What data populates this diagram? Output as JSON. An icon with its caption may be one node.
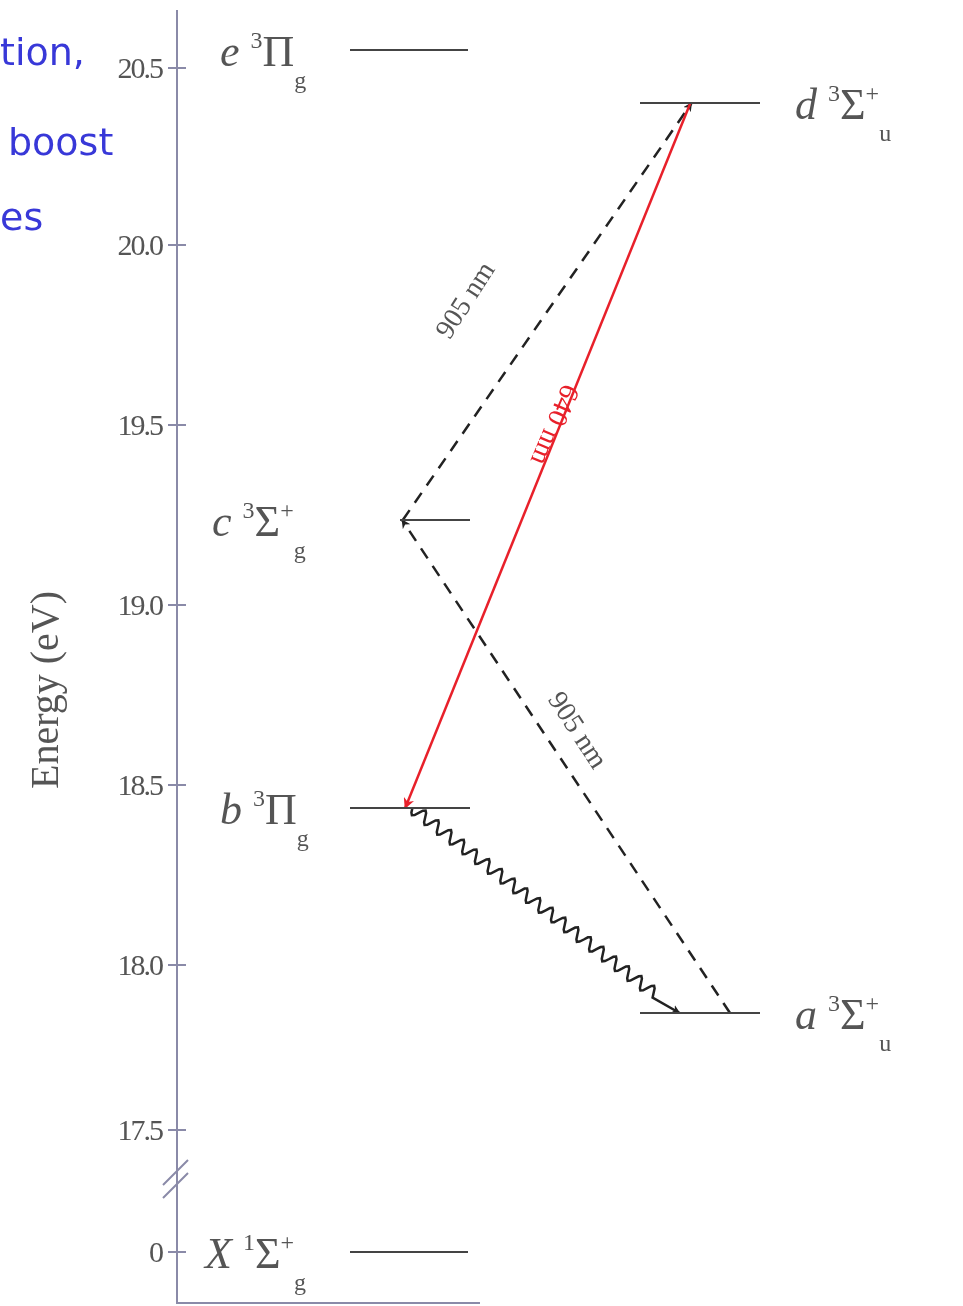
{
  "diagram": {
    "nodes": [
      {
        "text": [
          "*e* $^{3}$Π$_{g}$"
        ]
      },
      {
        "text": [
          "*d* $^{3}$Σ$^{+}$$_{u}$"
        ]
      },
      {
        "text": [
          "*c* $^{3}$Σ$^{+}$$_{g}$"
        ]
      },
      {
        "text": [
          "*b* $^{3}$Π$_{g}$"
        ]
      },
      {
        "text": [
          "*a* $^{3}$Σ$^{+}$$_{u}$"
        ]
      },
      {
        "text": [
          "*X* $^{1}$Σ$^{+}$$_{g}$"
        ]
      }
    ],
    "edges": [
      {
        "from": 2,
        "to": 1,
        "arrow": "to",
        "label": "905 nm",
        "style": "dashed"
      },
      {
        "from": 4,
        "to": 2,
        "arrow": "to",
        "label": "905 nm",
        "style": "dashed"
      },
      {
        "from": 1,
        "to": 3,
        "arrow": "to",
        "label": "640 nm",
        "color": "#e8202a"
      },
      {
        "from": 3,
        "to": 4,
        "arrow": "to"
      }
    ],
    "labels": [
      "tion,",
      "boost",
      "es",
      "20.5",
      "20.0",
      "19.5",
      "19.0",
      "18.5",
      "18.0",
      "17.5",
      "0",
      "Energy (eV)"
    ]
  }
}
